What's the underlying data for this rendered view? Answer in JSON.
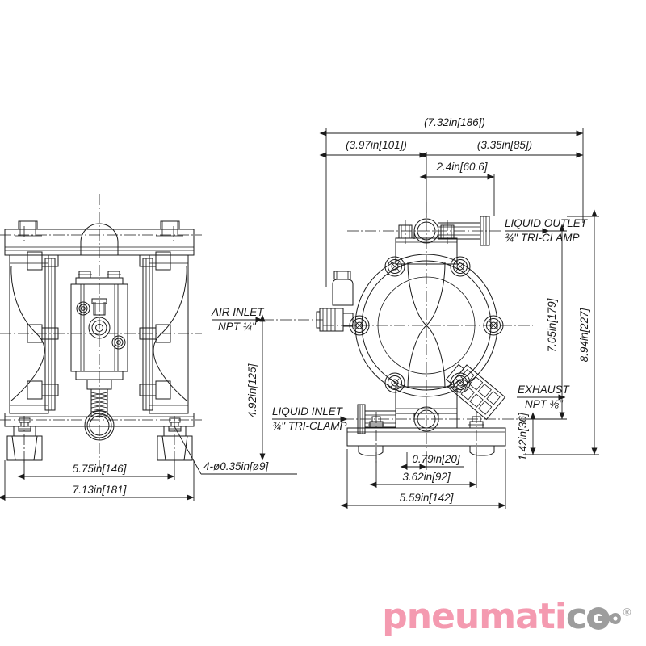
{
  "document": {
    "type": "engineering-dimension-drawing",
    "subject": "Air operated double diaphragm pump",
    "background_color": "#ffffff",
    "line_color": "#1a1a1a"
  },
  "views": {
    "front": {
      "name": "front-elevation-view"
    },
    "side": {
      "name": "side-elevation-view"
    }
  },
  "dimensions": {
    "top_overall": "(7.32in[186])",
    "top_left_segment": "(3.97in[101])",
    "top_right_segment": "(3.35in[85])",
    "outlet_offset": "2.4in[60.6]",
    "right_inner": "7.05in[179]",
    "right_overall": "8.94in[227]",
    "base_height": "1.42in[36]",
    "inlet_height": "4.92in[125]",
    "base_slot": "0.79in[20]",
    "base_bolt_span": "3.62in[92]",
    "base_width": "5.59in[142]",
    "front_bolt_span": "5.75in[146]",
    "front_overall_width": "7.13in[181]",
    "bolt_callout": "4-ø0.35in[ø9]"
  },
  "callouts": {
    "air_inlet": {
      "line1": "AIR INLET",
      "line2": "NPT ¼\""
    },
    "liquid_inlet": {
      "line1": "LIQUID INLET",
      "line2": "¾\" TRI-CLAMP"
    },
    "liquid_outlet": {
      "line1": "LIQUID OUTLET",
      "line2": "¾\" TRI-CLAMP"
    },
    "exhaust": {
      "line1": "EXHAUST",
      "line2": "NPT ⅜\""
    }
  },
  "logo": {
    "part_pink": "pneumati",
    "part_grey": "c",
    "mark": "®",
    "pink_color": "#f49ab0",
    "grey_color": "#9d9d9d"
  }
}
